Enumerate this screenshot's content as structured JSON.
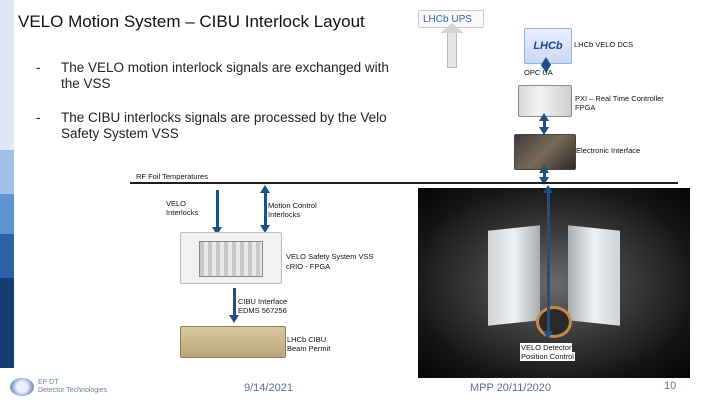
{
  "slide": {
    "title": "VELO Motion System – CIBU Interlock Layout",
    "bullets": [
      {
        "marker": "-",
        "text": "The VELO motion interlock signals are exchanged with the VSS"
      },
      {
        "marker": "-",
        "text": "The CIBU interlocks signals are processed by the Velo Safety System VSS"
      }
    ]
  },
  "diagram": {
    "ups_label": "LHCb UPS",
    "lhcb_logo_text": "LHCb",
    "dcs_label": "LHCb VELO DCS",
    "opc_label": "OPC UA",
    "pxi_label_line1": "PXI – Real Time Controller",
    "pxi_label_line2": "FPGA",
    "electronic_label": "Electronic Interface",
    "rf_foil_label": "RF Foil Temperatures",
    "velo_interlocks_line1": "VELO",
    "velo_interlocks_line2": "Interlocks",
    "motion_control_line1": "Motion Control",
    "motion_control_line2": "Interlocks",
    "vss_line1": "VELO Safety System VSS",
    "vss_line2": "cRIO - FPGA",
    "cibu_line1": "CIBU Interface",
    "cibu_line2": "EDMS 567256",
    "beam_permit_line1": "LHCb CIBU",
    "beam_permit_line2": "Beam Permit",
    "detector_line1": "VELO Detector",
    "detector_line2": "Position Control"
  },
  "footer": {
    "org_line1": "EP DT",
    "org_line2": "Detector Technologies",
    "date": "9/14/2021",
    "meeting": "MPP 20/11/2020",
    "page_number": "10"
  },
  "colors": {
    "arrow": "#1f4f86",
    "band": [
      "#dfe9f6",
      "#9fc3e8",
      "#5d95cf",
      "#2c63a6",
      "#173c72"
    ],
    "footer_text": "#5b6fa0"
  }
}
